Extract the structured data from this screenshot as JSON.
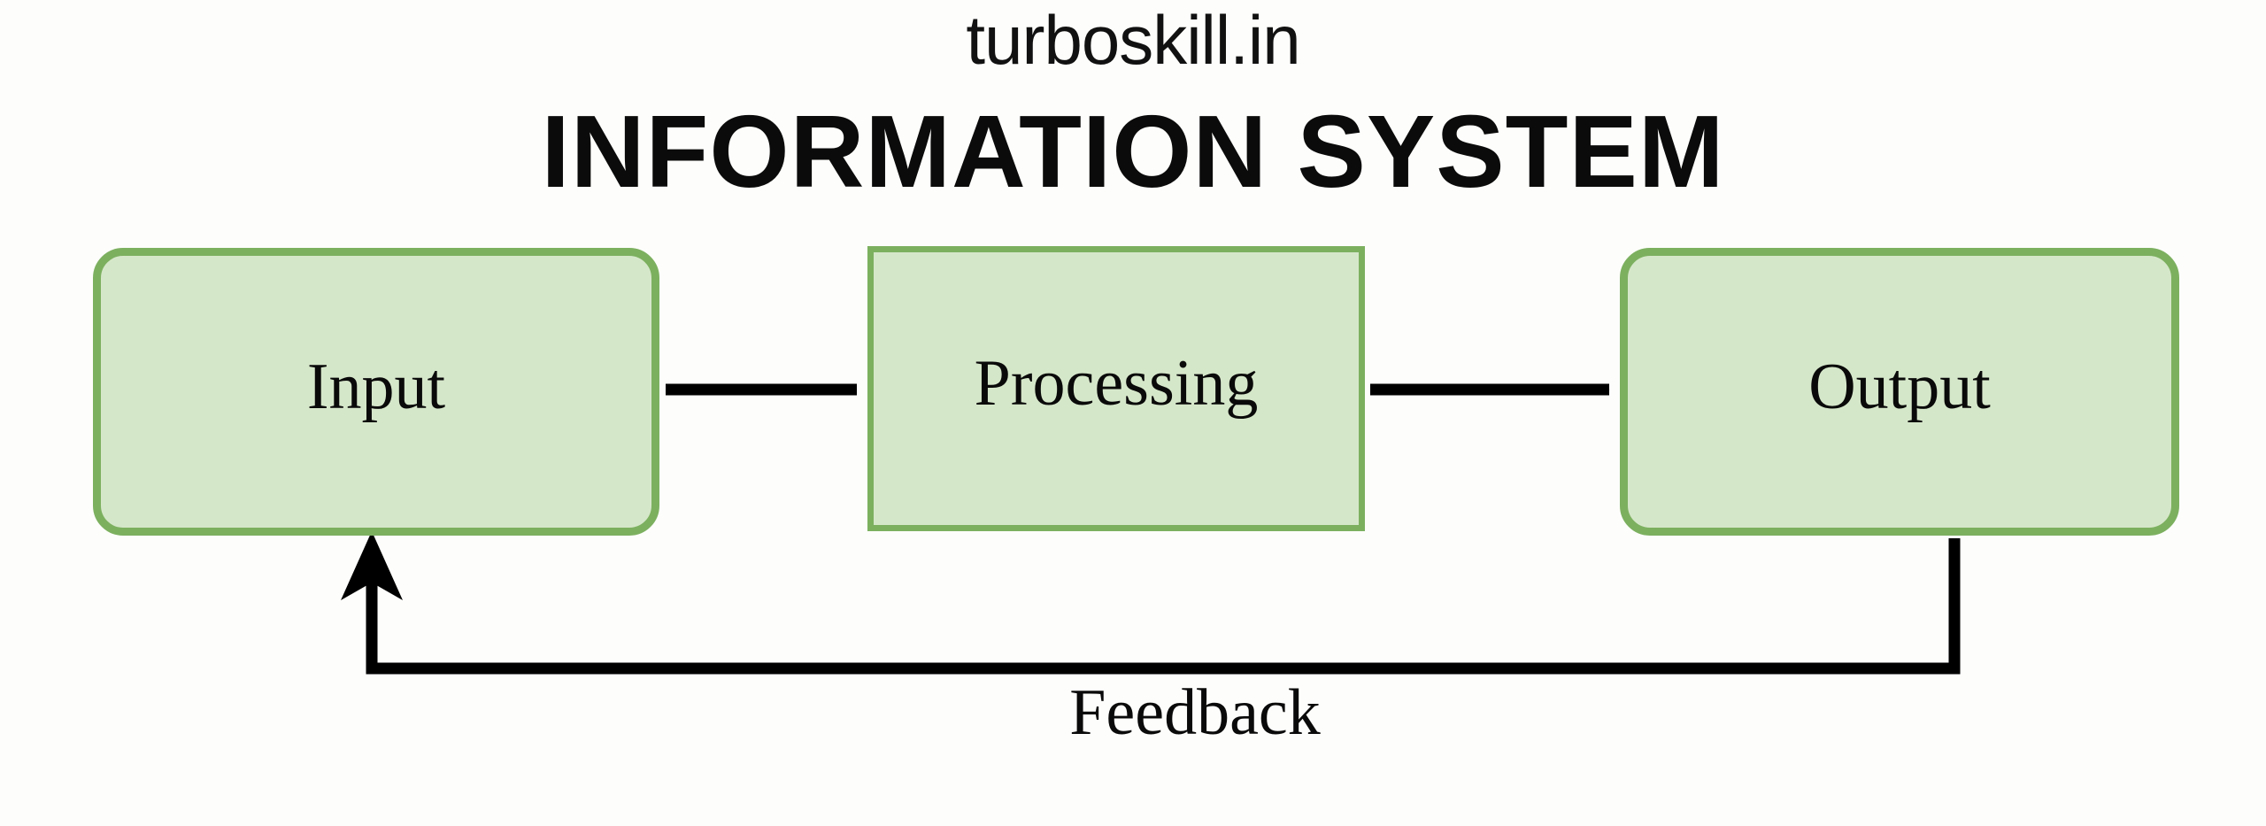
{
  "brand": "turboskill.in",
  "heading": "INFORMATION SYSTEM",
  "colors": {
    "background": "#fdfdfb",
    "box_fill": "#d5e7c9",
    "box_border": "#7cb05f",
    "connector": "#000000",
    "text": "#0a0a0a"
  },
  "diagram": {
    "type": "flowchart",
    "nodes": [
      {
        "id": "input",
        "label": "Input",
        "shape": "rounded-rectangle"
      },
      {
        "id": "processing",
        "label": "Processing",
        "shape": "rectangle"
      },
      {
        "id": "output",
        "label": "Output",
        "shape": "rounded-rectangle"
      }
    ],
    "edges": [
      {
        "from": "input",
        "to": "processing",
        "label": "",
        "style": "straight-arrow"
      },
      {
        "from": "processing",
        "to": "output",
        "label": "",
        "style": "straight-arrow"
      },
      {
        "from": "output",
        "to": "input",
        "label": "Feedback",
        "style": "elbow-arrow"
      }
    ],
    "feedback_label": "Feedback"
  }
}
